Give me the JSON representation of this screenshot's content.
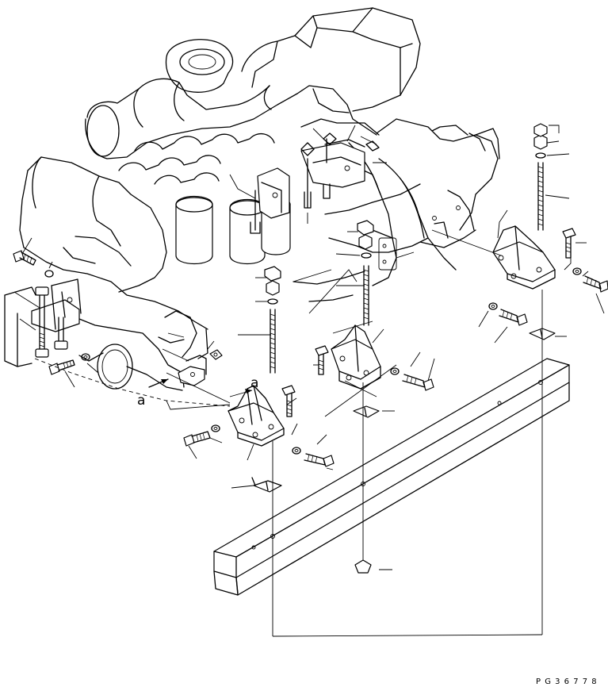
{
  "diagram": {
    "view_labels": [
      "a",
      "a"
    ],
    "drawing_number": "P G 3 6 7 7 8",
    "colors": {
      "ink": "#000000",
      "paper": "#ffffff"
    }
  }
}
